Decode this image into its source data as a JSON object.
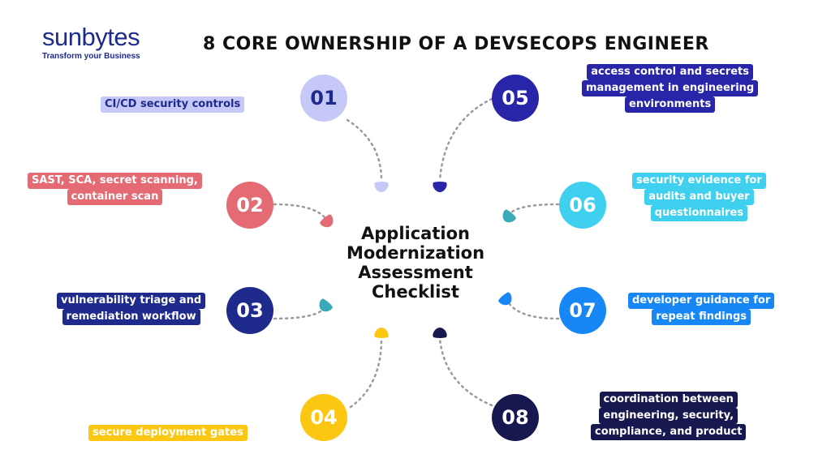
{
  "brand": {
    "name": "sunbytes",
    "tagline": "Transform your Business"
  },
  "title": "8 CORE OWNERSHIP OF A DEVSECOPS ENGINEER",
  "center": {
    "lines": [
      "Application",
      "Modernization",
      "Assessment",
      "Checklist"
    ]
  },
  "items": [
    {
      "number": "01",
      "lines": [
        "CI/CD security controls"
      ],
      "color": "#c6c8f7",
      "text_color": "#1e2a8c"
    },
    {
      "number": "02",
      "lines": [
        "SAST, SCA, secret scanning,",
        "container scan"
      ],
      "color": "#e46a73",
      "text_color": "#ffffff"
    },
    {
      "number": "03",
      "lines": [
        "vulnerability triage and",
        "remediation workflow"
      ],
      "color": "#1e2a8c",
      "text_color": "#ffffff"
    },
    {
      "number": "04",
      "lines": [
        "secure deployment gates"
      ],
      "color": "#fbc713",
      "text_color": "#ffffff"
    },
    {
      "number": "05",
      "lines": [
        "access control and secrets",
        "management in engineering",
        "environments"
      ],
      "color": "#2825a8",
      "text_color": "#ffffff"
    },
    {
      "number": "06",
      "lines": [
        "security evidence for",
        "audits and buyer",
        "questionnaires"
      ],
      "color": "#3fd0f0",
      "text_color": "#ffffff"
    },
    {
      "number": "07",
      "lines": [
        "developer guidance for",
        "repeat findings"
      ],
      "color": "#1787f5",
      "text_color": "#ffffff"
    },
    {
      "number": "08",
      "lines": [
        "coordination between",
        "engineering, security,",
        "compliance, and product"
      ],
      "color": "#17184f",
      "text_color": "#ffffff"
    }
  ],
  "arrow_colors": [
    "#c6c8f7",
    "#e46a73",
    "#3aa9b8",
    "#fbc713",
    "#2825a8",
    "#3aa9b8",
    "#1787f5",
    "#17184f"
  ],
  "circle_number_colors": [
    "#1e2a8c",
    "#ffffff",
    "#ffffff",
    "#ffffff",
    "#ffffff",
    "#ffffff",
    "#ffffff",
    "#ffffff"
  ]
}
